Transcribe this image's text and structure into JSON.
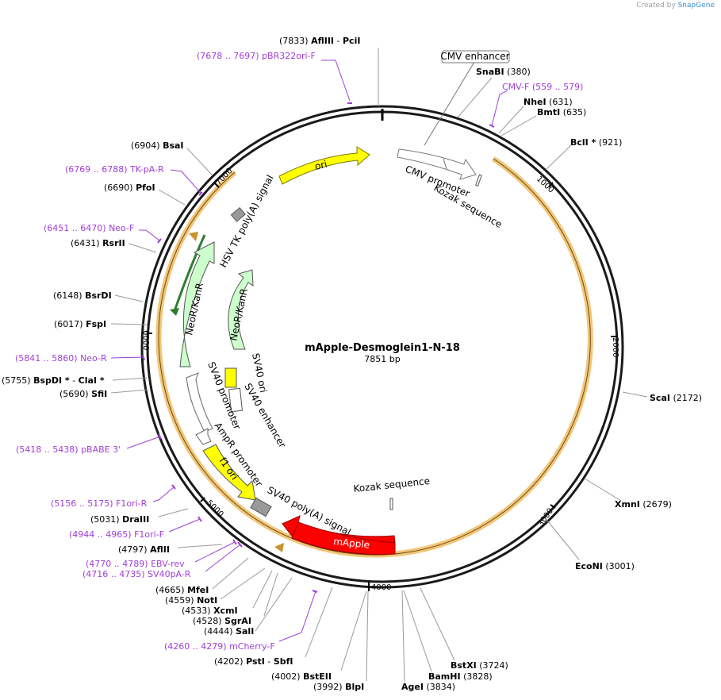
{
  "credit": {
    "prefix": "Created by",
    "brand": "SnapGene"
  },
  "plasmid": {
    "name": "mApple-Desmoglein1-N-18",
    "length_label": "7851 bp"
  },
  "ticks": [
    "1000",
    "2000",
    "3000",
    "4000",
    "5000",
    "6000",
    "7000"
  ],
  "sites": [
    {
      "pos": "(7833)",
      "name": "AflIII",
      "extra": "PciI"
    },
    {
      "pos": "(380)",
      "name": "SnaBI"
    },
    {
      "pos": "(631)",
      "name": "NheI"
    },
    {
      "pos": "(635)",
      "name": "BmtI"
    },
    {
      "pos": "(921)",
      "name": "BclI *"
    },
    {
      "pos": "(2172)",
      "name": "ScaI"
    },
    {
      "pos": "(2679)",
      "name": "XmnI"
    },
    {
      "pos": "(3001)",
      "name": "EcoNI"
    },
    {
      "pos": "(3724)",
      "name": "BstXI"
    },
    {
      "pos": "(3828)",
      "name": "BamHI"
    },
    {
      "pos": "(3834)",
      "name": "AgeI"
    },
    {
      "pos": "(3992)",
      "name": "BlpI"
    },
    {
      "pos": "(4002)",
      "name": "BstEII"
    },
    {
      "pos": "(4202)",
      "name": "PstI",
      "extra": "SbfI"
    },
    {
      "pos": "(4444)",
      "name": "SalI"
    },
    {
      "pos": "(4528)",
      "name": "SgrAI"
    },
    {
      "pos": "(4533)",
      "name": "XcmI"
    },
    {
      "pos": "(4559)",
      "name": "NotI"
    },
    {
      "pos": "(4665)",
      "name": "MfeI"
    },
    {
      "pos": "(4797)",
      "name": "AflII"
    },
    {
      "pos": "(5031)",
      "name": "DraIII"
    },
    {
      "pos": "(5690)",
      "name": "SfiI"
    },
    {
      "pos": "(5755)",
      "name": "BspDI *",
      "extra": "ClaI *"
    },
    {
      "pos": "(6017)",
      "name": "FspI"
    },
    {
      "pos": "(6148)",
      "name": "BsrDI"
    },
    {
      "pos": "(6431)",
      "name": "RsrII"
    },
    {
      "pos": "(6690)",
      "name": "PfoI"
    },
    {
      "pos": "(6904)",
      "name": "BsaI"
    }
  ],
  "primers": [
    {
      "range": "(7678 .. 7697)",
      "name": "pBR322ori-F"
    },
    {
      "name": "CMV-F",
      "range": "(559 .. 579)"
    },
    {
      "range": "(6769 .. 6788)",
      "name": "TK-pA-R"
    },
    {
      "range": "(6451 .. 6470)",
      "name": "Neo-F"
    },
    {
      "range": "(5841 .. 5860)",
      "name": "Neo-R"
    },
    {
      "range": "(5418 .. 5438)",
      "name": "pBABE 3'"
    },
    {
      "range": "(5156 .. 5175)",
      "name": "F1ori-R"
    },
    {
      "range": "(4944 .. 4965)",
      "name": "F1ori-F"
    },
    {
      "range": "(4770 .. 4789)",
      "name": "EBV-rev"
    },
    {
      "range": "(4716 .. 4735)",
      "name": "SV40pA-R"
    },
    {
      "range": "(4260 .. 4279)",
      "name": "mCherry-F"
    }
  ],
  "features": {
    "cmv_enhancer": "CMV enhancer",
    "cmv_promoter": "CMV promoter",
    "kozak_top": "Kozak sequence",
    "kozak_bottom": "Kozak sequence",
    "ori": "ori",
    "hsv_tk": "HSV TK poly(A) signal",
    "neor_outer": "NeoR/KanR",
    "neor_inner": "NeoR/KanR",
    "sv40_ori": "SV40 ori",
    "sv40_enhancer": "SV40 enhancer",
    "sv40_promoter": "SV40 promoter",
    "ampr_promoter": "AmpR promoter",
    "f1_ori": "f1 ori",
    "sv40_polya": "SV40 poly(A) signal",
    "mapple": "mApple"
  },
  "colors": {
    "backbone": "#1a1a1a",
    "primer": "#a03ed6",
    "insert_highlight": "#f2c679",
    "yellow_feature": "#ffff00",
    "neo_feature": "#ccffcc",
    "mapple_feature": "#ff0000",
    "polya_gray": "#999999"
  }
}
